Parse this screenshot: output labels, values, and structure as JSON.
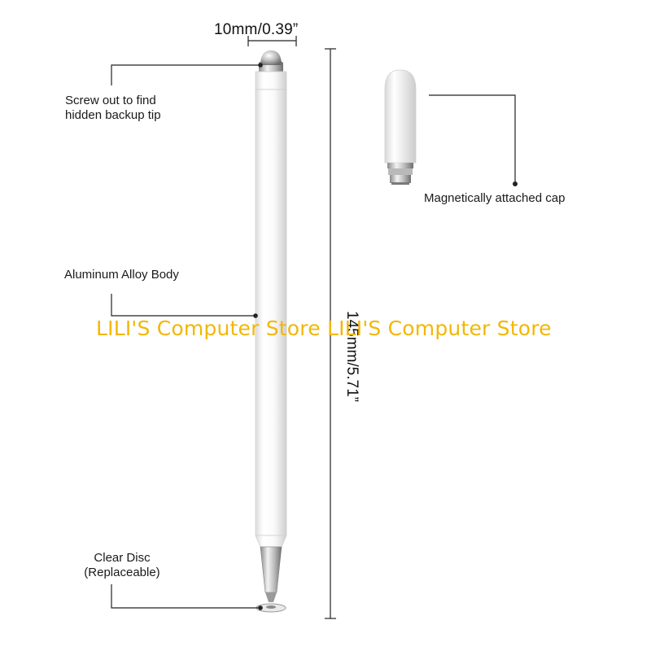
{
  "dimensions": {
    "width_label": "10mm/0.39”",
    "length_label": "145mm/5.71”"
  },
  "callouts": {
    "screw_tip": [
      "Screw out to find",
      "hidden backup tip"
    ],
    "body": "Aluminum Alloy Body",
    "disc": [
      "Clear Disc",
      "(Replaceable)"
    ],
    "cap": "Magnetically attached cap"
  },
  "watermark": "LILI'S Computer Store LILI'S Computer Store",
  "colors": {
    "watermark": "#f2b705",
    "line": "#222222",
    "pen_body": "#f7f7f7",
    "metal": "#c9c9c9"
  }
}
